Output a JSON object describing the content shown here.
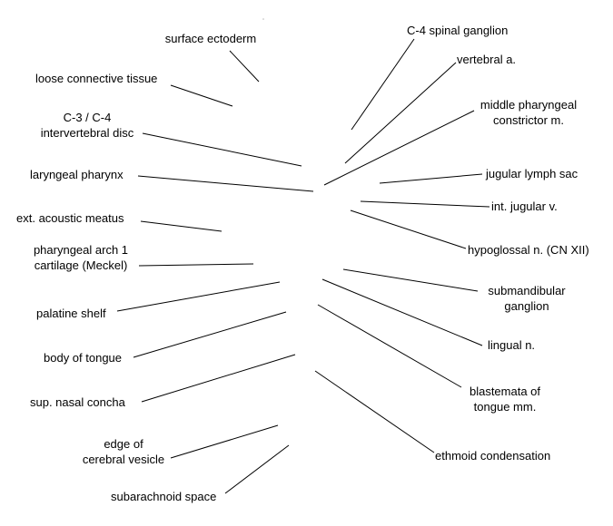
{
  "labels": {
    "surface_ectoderm": "surface ectoderm",
    "loose_connective_tissue": "loose connective tissue",
    "c3_c4_line1": "C-3 / C-4",
    "c3_c4_line2": "intervertebral disc",
    "laryngeal_pharynx": "laryngeal pharynx",
    "ext_acoustic_meatus": "ext. acoustic meatus",
    "pharyngeal_arch_line1": "pharyngeal arch 1",
    "pharyngeal_arch_line2": "cartilage (Meckel)",
    "palatine_shelf": "palatine shelf",
    "body_of_tongue": "body of tongue",
    "sup_nasal_concha": "sup. nasal concha",
    "edge_cerebral_line1": "edge of",
    "edge_cerebral_line2": "cerebral vesicle",
    "subarachnoid_space": "subarachnoid space",
    "c4_spinal_ganglion": "C-4 spinal ganglion",
    "vertebral_a": "vertebral a.",
    "middle_pharyngeal_line1": "middle pharyngeal",
    "middle_pharyngeal_line2": "constrictor m.",
    "jugular_lymph_sac": "jugular lymph sac",
    "int_jugular_v": "int. jugular v.",
    "hypoglossal_n": "hypoglossal n. (CN XII)",
    "submandibular_line1": "submandibular",
    "submandibular_line2": "ganglion",
    "lingual_n": "lingual n.",
    "blastemata_line1": "blastemata of",
    "blastemata_line2": "tongue mm.",
    "ethmoid_condensation": "ethmoid condensation"
  }
}
